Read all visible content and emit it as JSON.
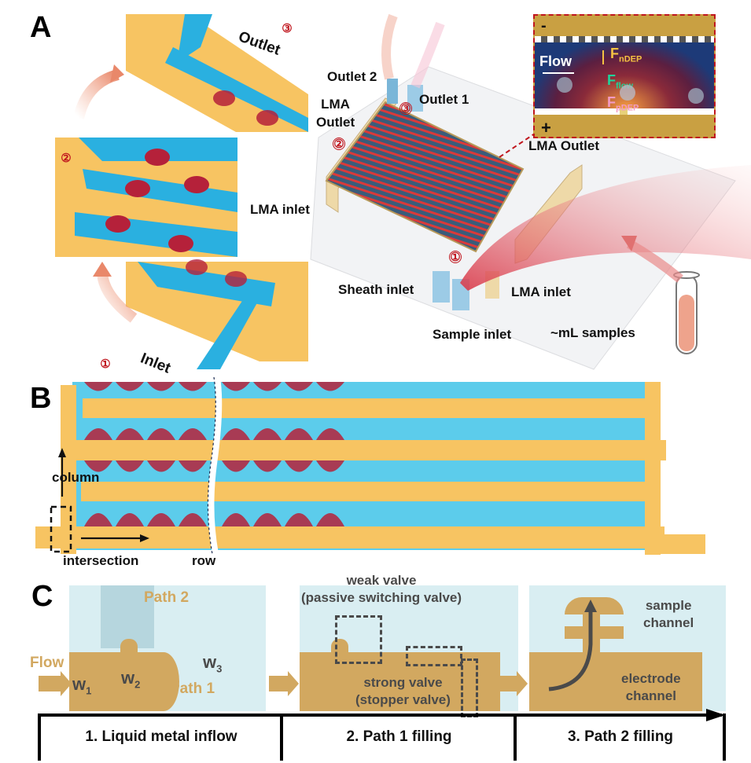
{
  "figure": {
    "panels": [
      "A",
      "B",
      "C"
    ]
  },
  "panel_a": {
    "letter": "A",
    "markers": {
      "one": "①",
      "two": "②",
      "three": "③"
    },
    "inset_labels": {
      "outlet": "Outlet",
      "inlet": "Inlet"
    },
    "device_labels": {
      "outlet_2": "Outlet 2",
      "outlet_1": "Outlet 1",
      "lma_outlet_left_line1": "LMA",
      "lma_outlet_left_line2": "Outlet",
      "lma_outlet_right": "LMA Outlet",
      "lma_inlet_left": "LMA inlet",
      "lma_inlet_right": "LMA inlet",
      "sheath_inlet": "Sheath inlet",
      "sample_inlet": "Sample inlet",
      "samples": "~mL samples"
    },
    "force_inset": {
      "minus": "-",
      "plus": "+",
      "flow": "Flow",
      "f_ndep_main": "F",
      "f_ndep_sub": "nDEP",
      "f_flow_main": "F",
      "f_flow_sub": "flow",
      "f_pdep_main": "F",
      "f_pdep_sub": "pDEP"
    }
  },
  "panel_b": {
    "letter": "B",
    "labels": {
      "column": "column",
      "row": "row",
      "intersection": "intersection"
    }
  },
  "panel_c": {
    "letter": "C",
    "step1": {
      "flow": "Flow",
      "path_2": "Path 2",
      "path_1": "Path 1",
      "w1_main": "w",
      "w1_sub": "1",
      "w2_main": "w",
      "w2_sub": "2",
      "w3_main": "w",
      "w3_sub": "3"
    },
    "step2": {
      "weak_valve_line1": "weak valve",
      "weak_valve_line2": "(passive switching valve)",
      "strong_valve_line1": "strong valve",
      "strong_valve_line2": "(stopper valve)"
    },
    "step3": {
      "sample_line1": "sample",
      "sample_line2": "channel",
      "electrode_line1": "electrode",
      "electrode_line2": "channel"
    },
    "timeline": [
      {
        "label": "1. Liquid metal inflow"
      },
      {
        "label": "2. Path 1 filling"
      },
      {
        "label": "3. Path 2 filling"
      }
    ]
  },
  "colors": {
    "electrode_gold": "#f7c462",
    "liquid_metal": "#d2a860",
    "channel_blue": "#2ab0e0",
    "cell_red": "#b5213a",
    "marker_red": "#c0161e",
    "dep_bg": "#1d3a78",
    "f_ndep": "#f5c242",
    "f_flow": "#1fd39a",
    "f_pdep": "#f29ac4",
    "valve_gray": "#4a4a4a"
  }
}
